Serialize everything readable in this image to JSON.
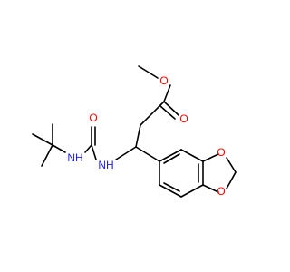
{
  "molecule": {
    "atoms": {
      "o_ester": "O",
      "o_carbonyl": "O",
      "o_urea": "O",
      "nh_left": "NH",
      "nh_right": "NH",
      "o_ring_top": "O",
      "o_ring_bottom": "O"
    },
    "colors": {
      "bond": "#000000",
      "oxygen": "#ff0000",
      "nitrogen": "#2020ff"
    }
  }
}
